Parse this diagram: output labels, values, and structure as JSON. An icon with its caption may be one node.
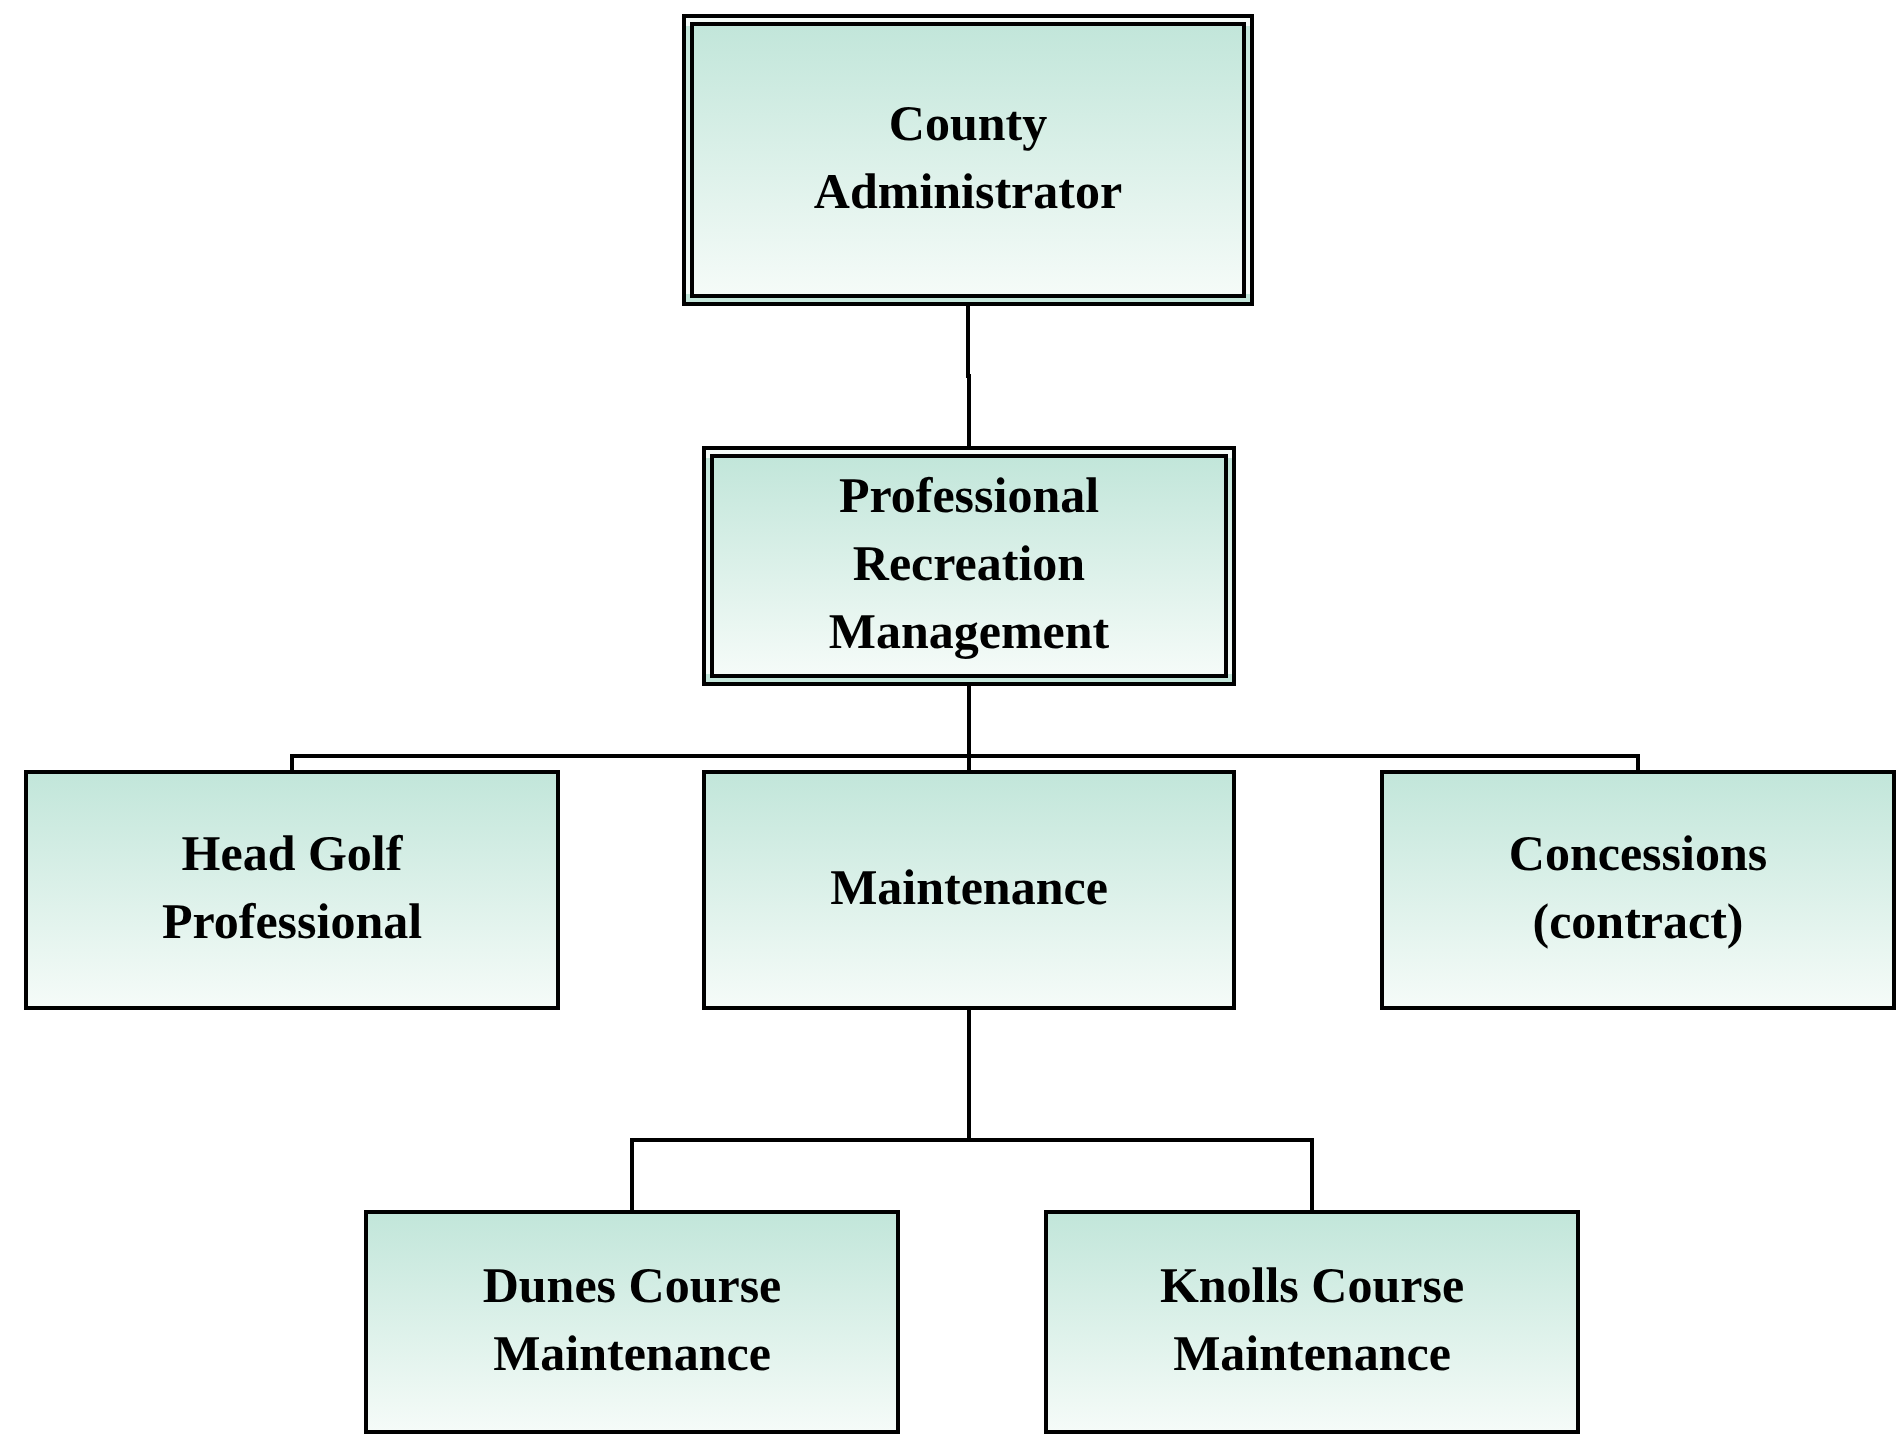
{
  "diagram": {
    "nodes": [
      {
        "text": [
          "County Administrator"
        ]
      },
      {
        "text": [
          "Professional Recreation Management"
        ]
      },
      {
        "text": [
          "Head Golf Professional"
        ]
      },
      {
        "text": [
          "Maintenance"
        ]
      },
      {
        "text": [
          "Concessions (contract)"
        ]
      },
      {
        "text": [
          "Dunes Course Maintenance"
        ]
      },
      {
        "text": [
          "Knolls Course Maintenance"
        ]
      }
    ],
    "edges": [
      {
        "from": 0,
        "to": 1,
        "arrow": "none"
      },
      {
        "from": 1,
        "to": 2,
        "arrow": "none"
      },
      {
        "from": 1,
        "to": 3,
        "arrow": "none"
      },
      {
        "from": 1,
        "to": 4,
        "arrow": "none"
      },
      {
        "from": 3,
        "to": 5,
        "arrow": "none"
      },
      {
        "from": 3,
        "to": 6,
        "arrow": "none"
      }
    ]
  }
}
